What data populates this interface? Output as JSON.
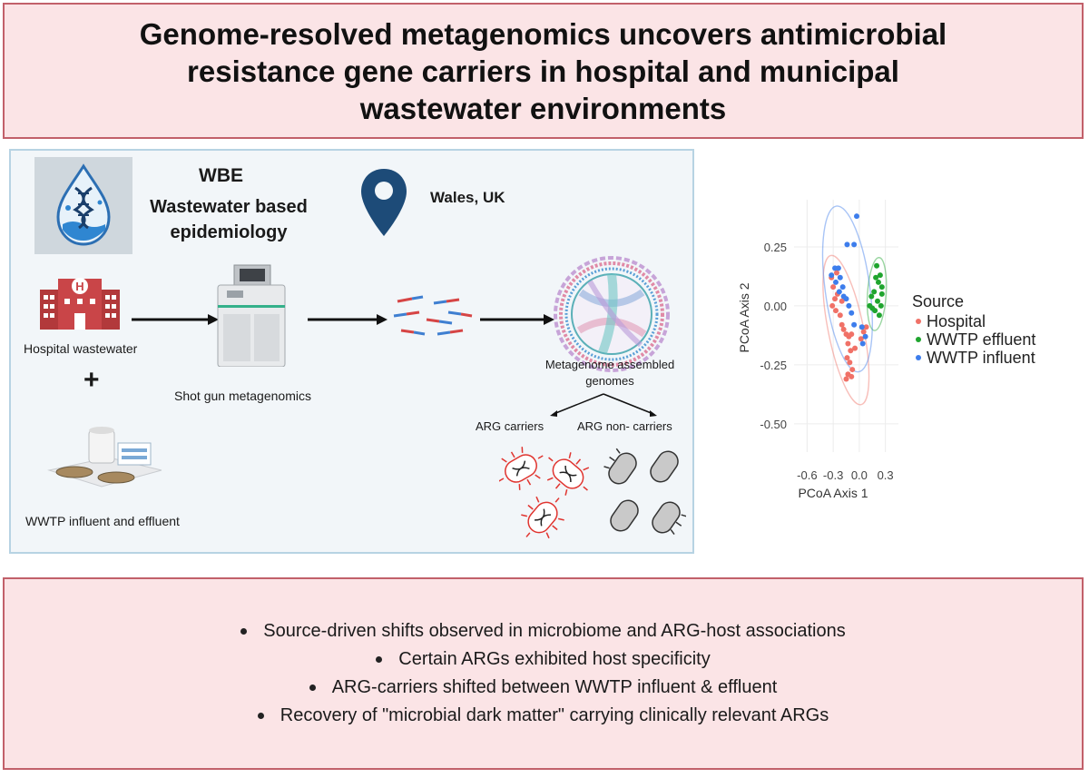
{
  "title": {
    "lines": [
      "Genome-resolved metagenomics uncovers antimicrobial",
      "resistance gene carriers in hospital and municipal",
      "wastewater environments"
    ]
  },
  "workflow": {
    "wbe_title": "WBE",
    "wbe_sub_1": "Wastewater based",
    "wbe_sub_2": "epidemiology",
    "location": "Wales, UK",
    "hospital_label": "Hospital wastewater",
    "plus": "+",
    "wwtp_label": "WWTP influent and effluent",
    "sequencing_label": "Shot gun metagenomics",
    "mag_label_1": "Metagenome assembled",
    "mag_label_2": "genomes",
    "carriers_label": "ARG carriers",
    "noncarriers_label": "ARG non- carriers"
  },
  "chart_data": {
    "type": "scatter",
    "title": "",
    "xlabel": "PCoA Axis 1",
    "ylabel": "PCoA Axis 2",
    "xlim": [
      -0.75,
      0.45
    ],
    "ylim": [
      -0.62,
      0.45
    ],
    "x_ticks": [
      -0.6,
      -0.3,
      0.0,
      0.3
    ],
    "x_tick_labels": [
      "-0.6",
      "-0.3",
      "0.0",
      "0.3"
    ],
    "y_ticks": [
      0.25,
      0.0,
      -0.25,
      -0.5
    ],
    "y_tick_labels": [
      "0.25",
      "0.00",
      "-0.25",
      "-0.50"
    ],
    "grid": true,
    "legend_title": "Source",
    "legend_position": "right",
    "series": [
      {
        "name": "Hospital",
        "color": "#f07167",
        "points": [
          [
            -0.32,
            0.12
          ],
          [
            -0.3,
            0.08
          ],
          [
            -0.28,
            0.03
          ],
          [
            -0.31,
            0.0
          ],
          [
            -0.27,
            -0.02
          ],
          [
            -0.25,
            0.05
          ],
          [
            -0.22,
            -0.04
          ],
          [
            -0.2,
            -0.08
          ],
          [
            -0.18,
            -0.1
          ],
          [
            -0.15,
            -0.12
          ],
          [
            -0.12,
            -0.13
          ],
          [
            -0.09,
            -0.12
          ],
          [
            -0.13,
            -0.16
          ],
          [
            -0.1,
            -0.19
          ],
          [
            -0.14,
            -0.22
          ],
          [
            -0.11,
            -0.24
          ],
          [
            -0.08,
            -0.27
          ],
          [
            -0.13,
            -0.29
          ],
          [
            -0.15,
            -0.31
          ],
          [
            -0.09,
            -0.3
          ],
          [
            -0.05,
            -0.18
          ],
          [
            0.02,
            -0.14
          ],
          [
            0.05,
            -0.11
          ],
          [
            0.08,
            -0.09
          ],
          [
            -0.26,
            0.14
          ],
          [
            -0.2,
            0.02
          ]
        ]
      },
      {
        "name": "WWTP effluent",
        "color": "#1fa52e",
        "points": [
          [
            0.14,
            0.04
          ],
          [
            0.17,
            0.06
          ],
          [
            0.19,
            0.12
          ],
          [
            0.2,
            0.17
          ],
          [
            0.22,
            0.1
          ],
          [
            0.24,
            0.13
          ],
          [
            0.26,
            0.05
          ],
          [
            0.21,
            0.02
          ],
          [
            0.18,
            -0.02
          ],
          [
            0.15,
            -0.01
          ],
          [
            0.12,
            0.0
          ],
          [
            0.25,
            0.0
          ],
          [
            0.23,
            -0.04
          ],
          [
            0.26,
            0.08
          ]
        ]
      },
      {
        "name": "WWTP influent",
        "color": "#3d7dec",
        "points": [
          [
            -0.03,
            0.38
          ],
          [
            -0.14,
            0.26
          ],
          [
            -0.06,
            0.26
          ],
          [
            -0.28,
            0.16
          ],
          [
            -0.32,
            0.13
          ],
          [
            -0.27,
            0.1
          ],
          [
            -0.22,
            0.12
          ],
          [
            -0.19,
            0.08
          ],
          [
            -0.23,
            0.06
          ],
          [
            -0.18,
            0.04
          ],
          [
            -0.15,
            0.03
          ],
          [
            -0.12,
            0.0
          ],
          [
            -0.09,
            -0.03
          ],
          [
            -0.06,
            -0.08
          ],
          [
            0.03,
            -0.09
          ],
          [
            0.07,
            -0.13
          ],
          [
            0.04,
            -0.16
          ],
          [
            -0.24,
            0.16
          ]
        ]
      }
    ]
  },
  "findings": [
    "Source-driven shifts observed in microbiome and ARG-host associations",
    "Certain ARGs exhibited host specificity",
    "ARG-carriers shifted between WWTP influent & effluent",
    "Recovery of  \"microbial dark matter\" carrying clinically relevant ARGs"
  ]
}
